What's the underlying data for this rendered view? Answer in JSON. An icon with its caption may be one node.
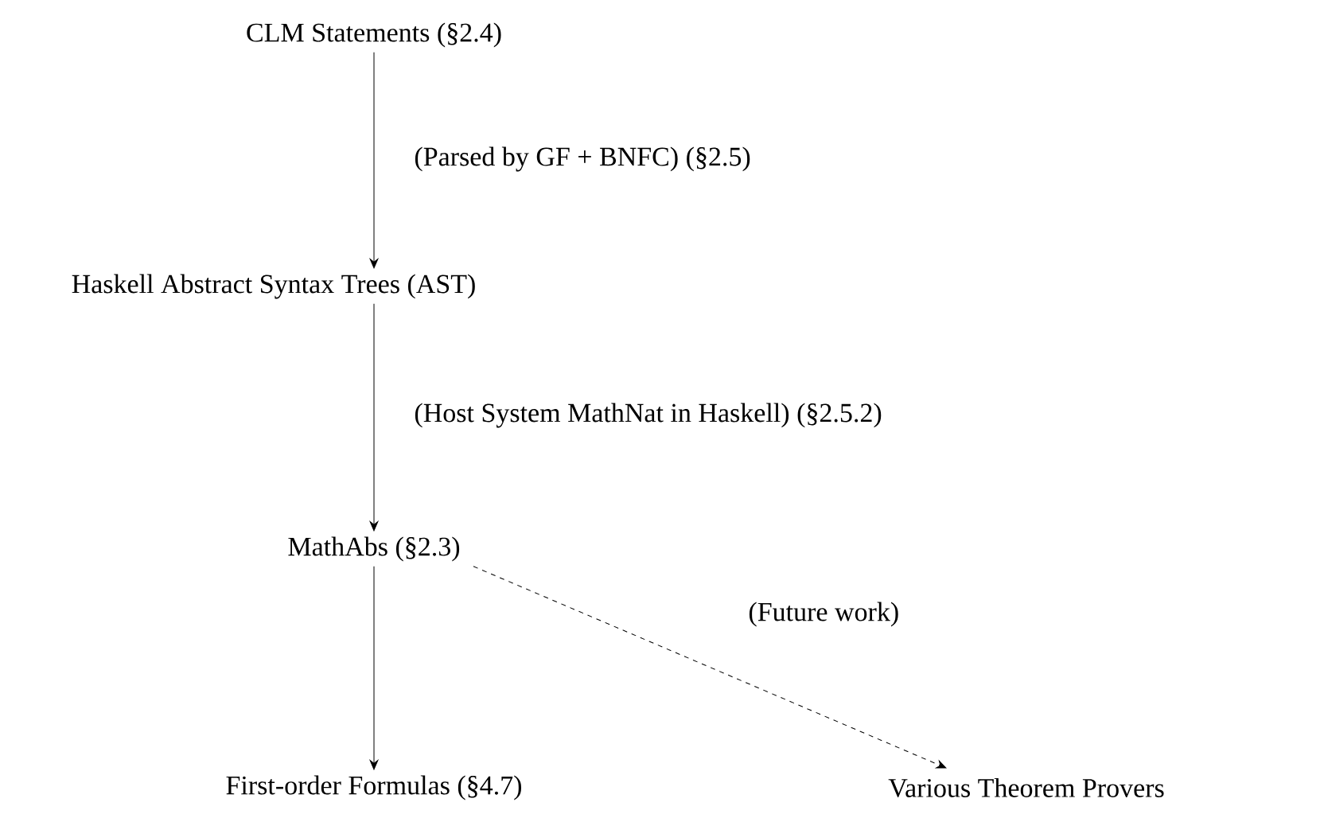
{
  "diagram": {
    "nodes": [
      {
        "text": [
          "CLM Statements (§2.4)"
        ]
      },
      {
        "text": [
          "Haskell Abstract Syntax Trees (AST)"
        ]
      },
      {
        "text": [
          "MathAbs (§2.3)"
        ]
      },
      {
        "text": [
          "First-order Formulas (§4.7)"
        ]
      },
      {
        "text": [
          "Various Theorem Provers"
        ]
      }
    ],
    "edges": [
      {
        "from": 0,
        "to": 1,
        "arrow": "to",
        "label": "(Parsed by GF + BNFC) (§2.5)"
      },
      {
        "from": 1,
        "to": 2,
        "arrow": "to",
        "label": "(Host System MathNat in Haskell) (§2.5.2)"
      },
      {
        "from": 2,
        "to": 3,
        "arrow": "to"
      },
      {
        "from": 2,
        "to": 4,
        "arrow": "to",
        "style": "dashed",
        "label": "(Future work)"
      }
    ]
  }
}
